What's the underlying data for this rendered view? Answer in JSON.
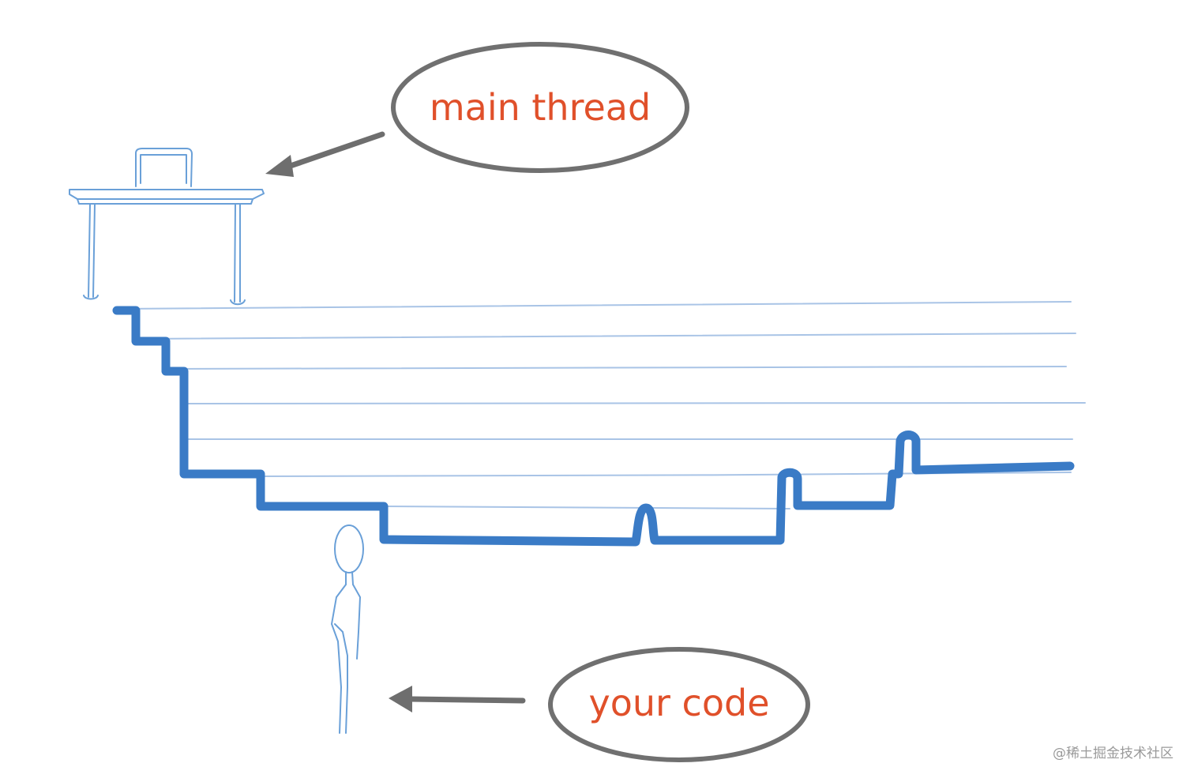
{
  "callouts": {
    "main_thread": {
      "label": "main thread"
    },
    "your_code": {
      "label": "your code"
    }
  },
  "watermark": {
    "text": "@稀土掘金技术社区"
  },
  "icons": {
    "desk": "desk-with-laptop-icon",
    "person": "stick-figure-icon",
    "arrow": "arrow-icon"
  },
  "colors": {
    "background": "#ffffff",
    "label_text": "#e0502a",
    "ellipse_stroke": "#707070",
    "arrow": "#6e6e6e",
    "thin_line": "#a9c4e6",
    "path": "#3a7bc6",
    "sketch": "#6aa0d8"
  }
}
